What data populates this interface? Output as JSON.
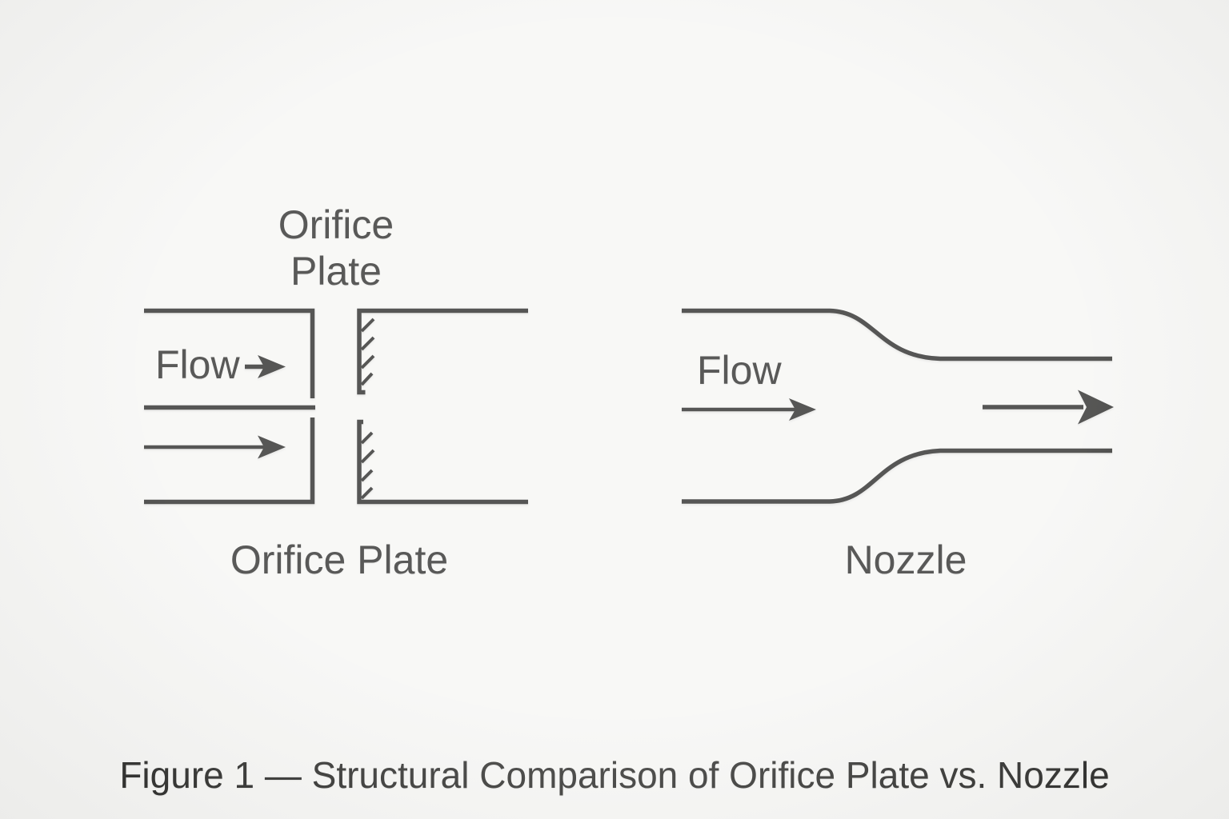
{
  "colors": {
    "background": "#f5f5f3",
    "line": "#1e1e1c",
    "text": "#222220"
  },
  "orifice_diagram": {
    "top_label": {
      "line1": "Orifice",
      "line2": "Plate"
    },
    "flow_label": "Flow",
    "bottom_label": "Orifice Plate"
  },
  "nozzle_diagram": {
    "flow_label": "Flow",
    "bottom_label": "Nozzle"
  },
  "caption": "Figure 1 — Structural Comparison of Orifice Plate vs. Nozzle"
}
